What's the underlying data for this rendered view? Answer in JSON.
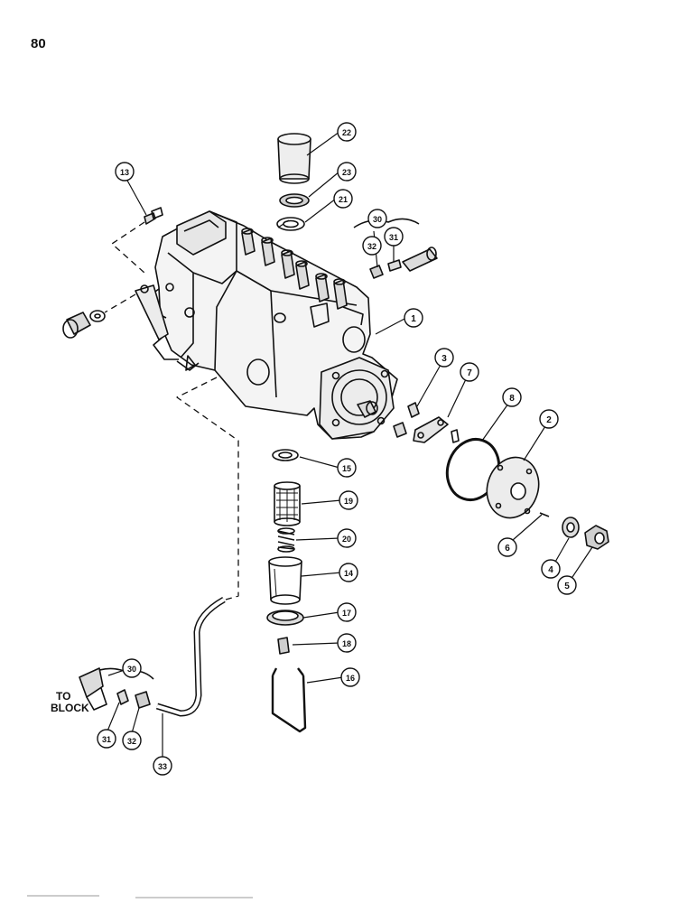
{
  "page_number": "80",
  "to_block_label": [
    "TO",
    "BLOCK"
  ],
  "callouts": [
    "1",
    "2",
    "3",
    "4",
    "5",
    "6",
    "7",
    "8",
    "13",
    "14",
    "15",
    "16",
    "17",
    "18",
    "19",
    "20",
    "21",
    "22",
    "23",
    "30",
    "31",
    "32",
    "33",
    "30",
    "31",
    "32"
  ],
  "colors": {
    "ink": "#111111",
    "paper": "#ffffff"
  }
}
